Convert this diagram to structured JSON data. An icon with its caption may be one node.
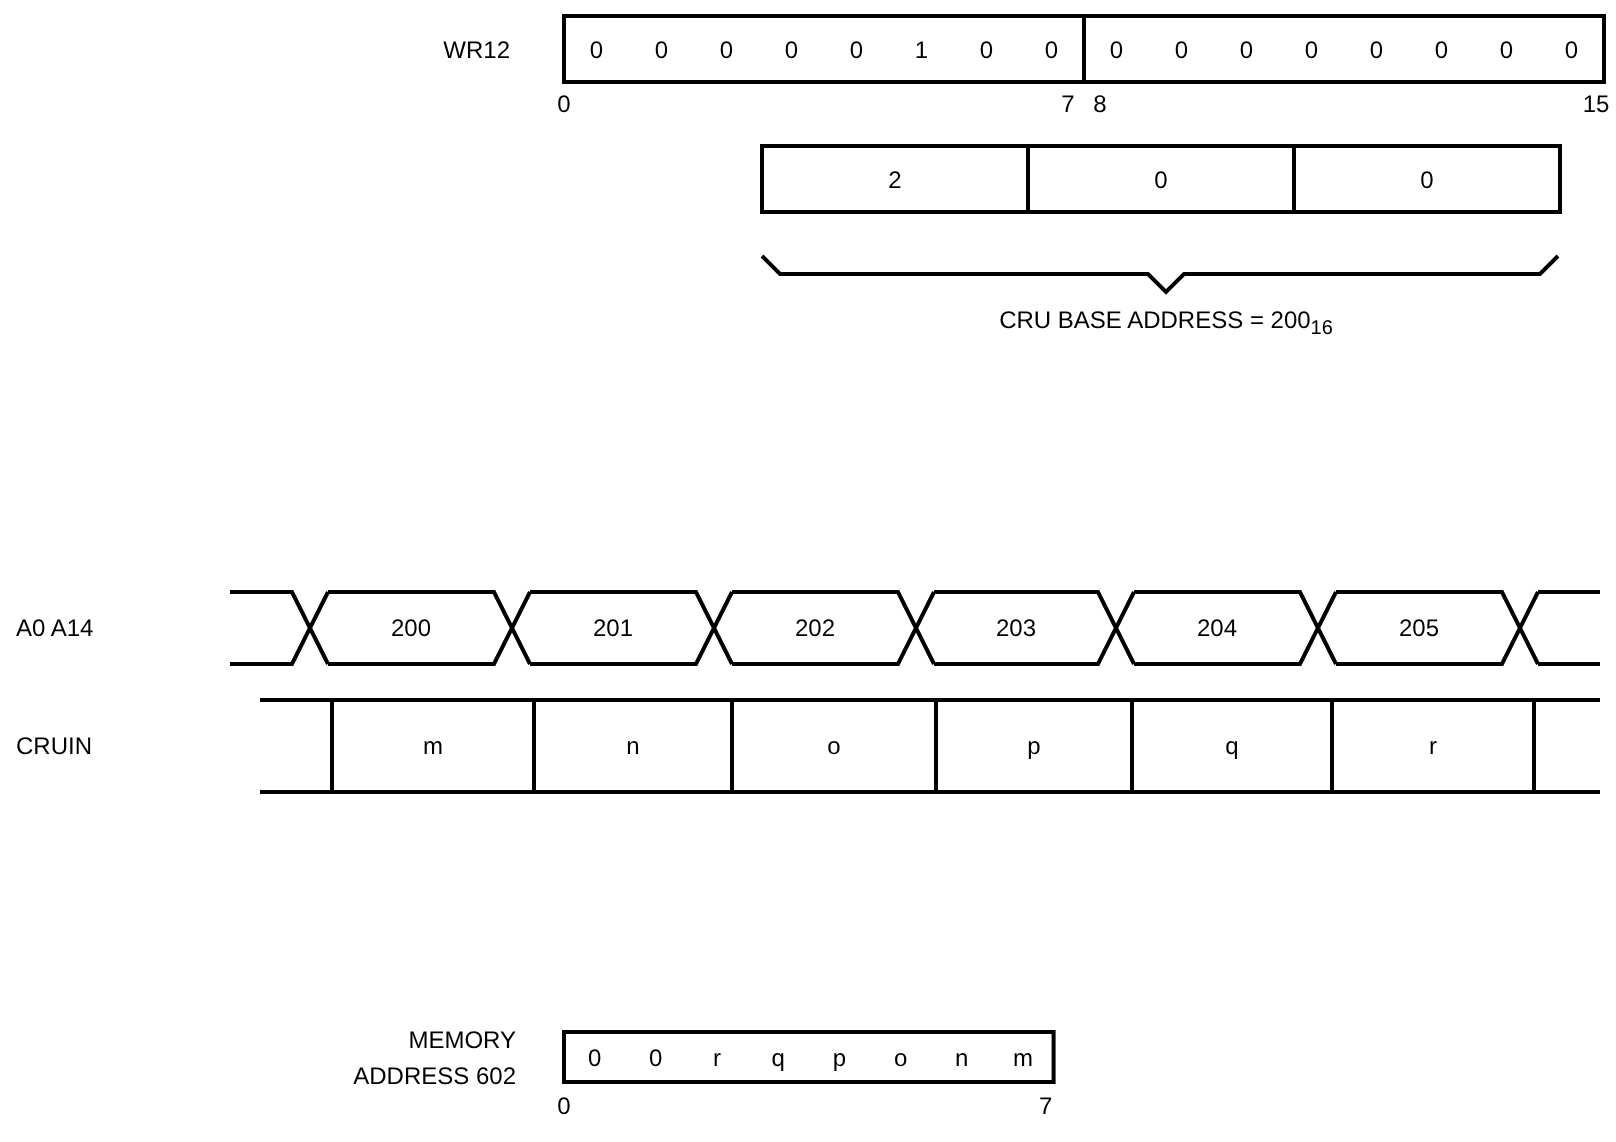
{
  "diagram": {
    "labels": [
      "WR12",
      "0",
      "0",
      "0",
      "0",
      "0",
      "1",
      "0",
      "0",
      "0",
      "0",
      "0",
      "0",
      "0",
      "0",
      "0",
      "0",
      "0",
      "7",
      "8",
      "15",
      "2",
      "0",
      "0",
      "CRU BASE ADDRESS = 200$_{16}$",
      "A0   A14",
      "200",
      "201",
      "202",
      "203",
      "204",
      "205",
      "CRUIN",
      "m",
      "n",
      "o",
      "p",
      "q",
      "r",
      "MEMORY ADDRESS 602",
      "0",
      "0",
      "r",
      "q",
      "p",
      "o",
      "n",
      "m",
      "0",
      "7"
    ]
  }
}
